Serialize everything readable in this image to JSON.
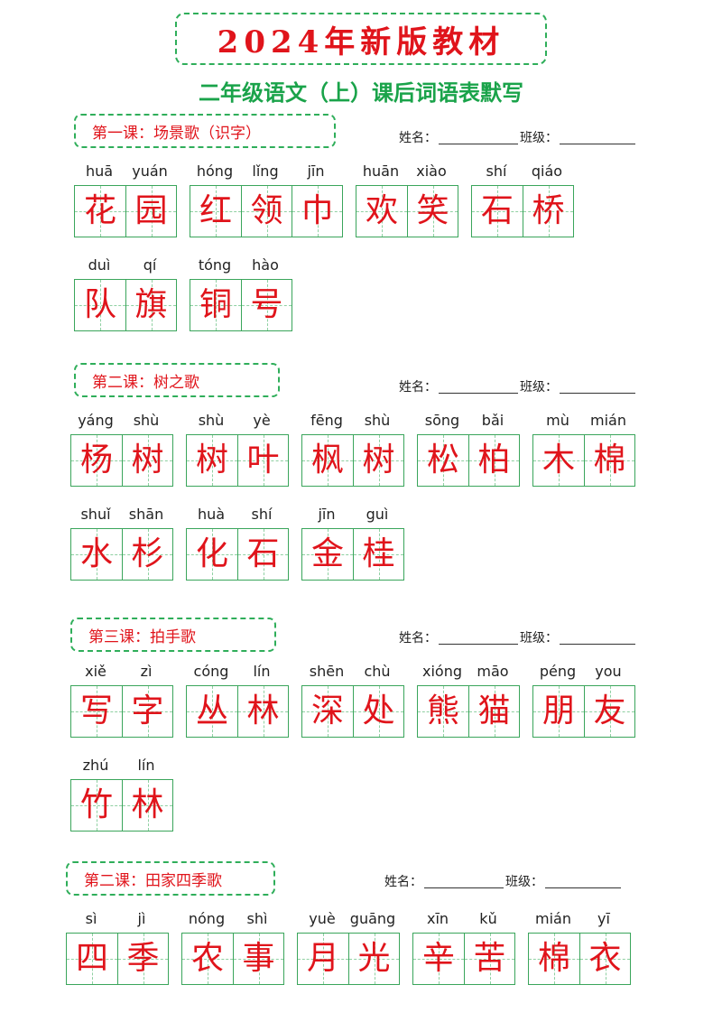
{
  "header": {
    "title": "2024年新版教材",
    "subtitle": "二年级语文（上）课后词语表默写"
  },
  "form": {
    "name_label": "姓名：",
    "class_label": "班级："
  },
  "colors": {
    "hanzi": "#e0141b",
    "grid": "#3aa55b",
    "subtitle": "#1aa34a"
  },
  "lessons": [
    {
      "title": "第一课：场景歌（识字）",
      "rows": [
        [
          {
            "pinyin": [
              "huā",
              "yuán"
            ],
            "chars": [
              "花",
              "园"
            ]
          },
          {
            "pinyin": [
              "hóng",
              "lǐng",
              "jīn"
            ],
            "chars": [
              "红",
              "领",
              "巾"
            ]
          },
          {
            "pinyin": [
              "huān",
              "xiào"
            ],
            "chars": [
              "欢",
              "笑"
            ]
          },
          {
            "pinyin": [
              "shí",
              "qiáo"
            ],
            "chars": [
              "石",
              "桥"
            ]
          }
        ],
        [
          {
            "pinyin": [
              "duì",
              "qí"
            ],
            "chars": [
              "队",
              "旗"
            ]
          },
          {
            "pinyin": [
              "tóng",
              "hào"
            ],
            "chars": [
              "铜",
              "号"
            ]
          }
        ]
      ]
    },
    {
      "title": "第二课：树之歌",
      "rows": [
        [
          {
            "pinyin": [
              "yáng",
              "shù"
            ],
            "chars": [
              "杨",
              "树"
            ]
          },
          {
            "pinyin": [
              "shù",
              "yè"
            ],
            "chars": [
              "树",
              "叶"
            ]
          },
          {
            "pinyin": [
              "fēng",
              "shù"
            ],
            "chars": [
              "枫",
              "树"
            ]
          },
          {
            "pinyin": [
              "sōng",
              "bǎi"
            ],
            "chars": [
              "松",
              "柏"
            ]
          },
          {
            "pinyin": [
              "mù",
              "mián"
            ],
            "chars": [
              "木",
              "棉"
            ]
          }
        ],
        [
          {
            "pinyin": [
              "shuǐ",
              "shān"
            ],
            "chars": [
              "水",
              "杉"
            ]
          },
          {
            "pinyin": [
              "huà",
              "shí"
            ],
            "chars": [
              "化",
              "石"
            ]
          },
          {
            "pinyin": [
              "jīn",
              "guì"
            ],
            "chars": [
              "金",
              "桂"
            ]
          }
        ]
      ]
    },
    {
      "title": "第三课：拍手歌",
      "rows": [
        [
          {
            "pinyin": [
              "xiě",
              "zì"
            ],
            "chars": [
              "写",
              "字"
            ]
          },
          {
            "pinyin": [
              "cóng",
              "lín"
            ],
            "chars": [
              "丛",
              "林"
            ]
          },
          {
            "pinyin": [
              "shēn",
              "chù"
            ],
            "chars": [
              "深",
              "处"
            ]
          },
          {
            "pinyin": [
              "xióng",
              "māo"
            ],
            "chars": [
              "熊",
              "猫"
            ]
          },
          {
            "pinyin": [
              "péng",
              "you"
            ],
            "chars": [
              "朋",
              "友"
            ]
          }
        ],
        [
          {
            "pinyin": [
              "zhú",
              "lín"
            ],
            "chars": [
              "竹",
              "林"
            ]
          }
        ]
      ]
    },
    {
      "title": "第二课：田家四季歌",
      "rows": [
        [
          {
            "pinyin": [
              "sì",
              "jì"
            ],
            "chars": [
              "四",
              "季"
            ]
          },
          {
            "pinyin": [
              "nóng",
              "shì"
            ],
            "chars": [
              "农",
              "事"
            ]
          },
          {
            "pinyin": [
              "yuè",
              "guāng"
            ],
            "chars": [
              "月",
              "光"
            ]
          },
          {
            "pinyin": [
              "xīn",
              "kǔ"
            ],
            "chars": [
              "辛",
              "苦"
            ]
          },
          {
            "pinyin": [
              "mián",
              "yī"
            ],
            "chars": [
              "棉",
              "衣"
            ]
          }
        ]
      ]
    }
  ]
}
